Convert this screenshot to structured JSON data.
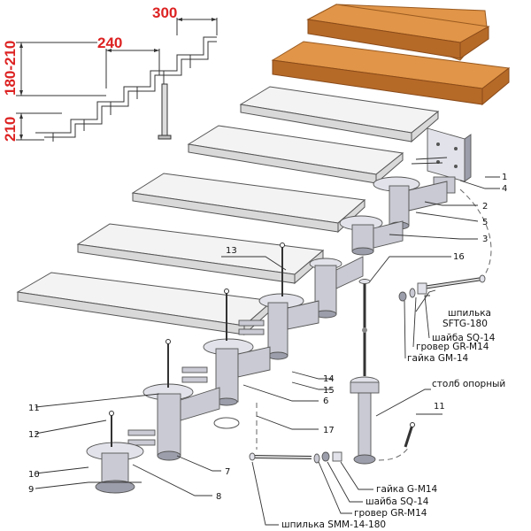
{
  "dimensions": {
    "tread_depth": "300",
    "step_pitch": "240",
    "riser_range": "180-210",
    "first_riser": "210"
  },
  "labels": {
    "stud_sftg": "шпилька\nSFTG-180",
    "washer_sq_top": "шайба SQ-14",
    "grover_top": "гровер GR-M14",
    "nut_gm": "гайка GM-14",
    "support_post": "столб опорный",
    "nut_g": "гайка G-M14",
    "washer_sq_bottom": "шайба SQ-14",
    "grover_bottom": "гровер GR-M14",
    "stud_smm": "шпилька SMM-14-180"
  },
  "callouts": [
    "1",
    "2",
    "3",
    "4",
    "5",
    "6",
    "7",
    "8",
    "9",
    "10",
    "11",
    "11",
    "12",
    "13",
    "14",
    "15",
    "16",
    "17"
  ],
  "colors": {
    "dimension_red": "#d22222",
    "wood": "#e09548"
  }
}
